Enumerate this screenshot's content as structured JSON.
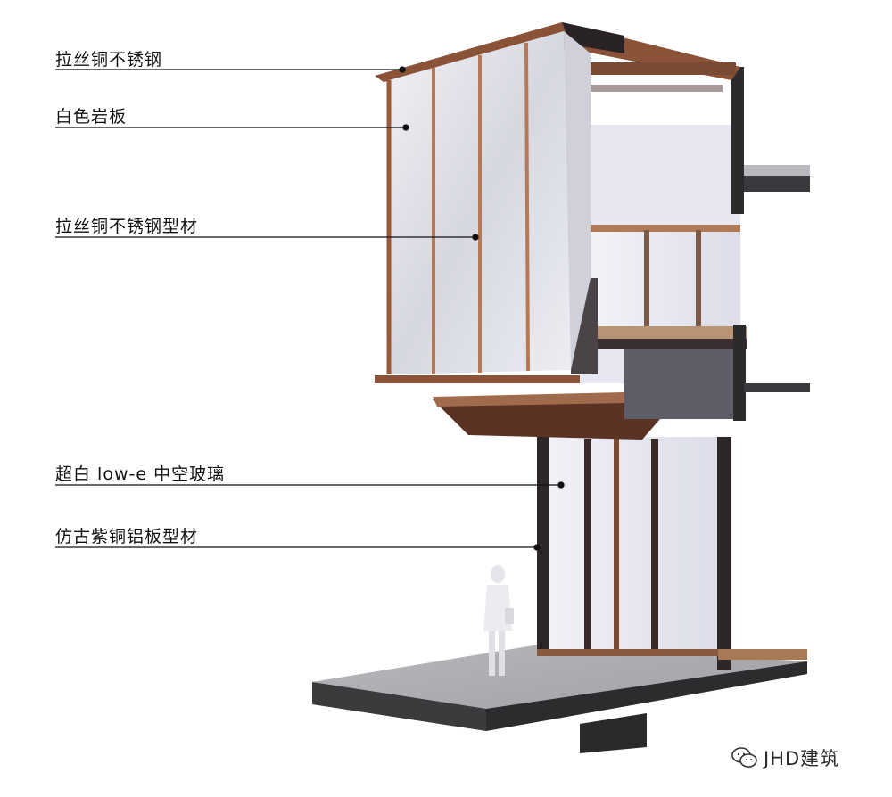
{
  "annotations": [
    {
      "id": "brushed-copper-stainless",
      "text": "拉丝铜不锈钢"
    },
    {
      "id": "white-rock-slab",
      "text": "白色岩板"
    },
    {
      "id": "brushed-copper-stainless-profile",
      "text": "拉丝铜不锈钢型材"
    },
    {
      "id": "low-e-glass",
      "text": "超白 low-e 中空玻璃"
    },
    {
      "id": "antique-copper-aluminum-profile",
      "text": "仿古紫铜铝板型材"
    }
  ],
  "watermark": {
    "text": "JHD建筑",
    "icon": "wechat-icon"
  },
  "colors": {
    "copper": "#9a5a3a",
    "dark_bronze": "#3a2a2a",
    "stone": "#dcdde4",
    "glass": "#e9eaf3",
    "floor": "#a9a9ad",
    "leader": "#111111"
  }
}
